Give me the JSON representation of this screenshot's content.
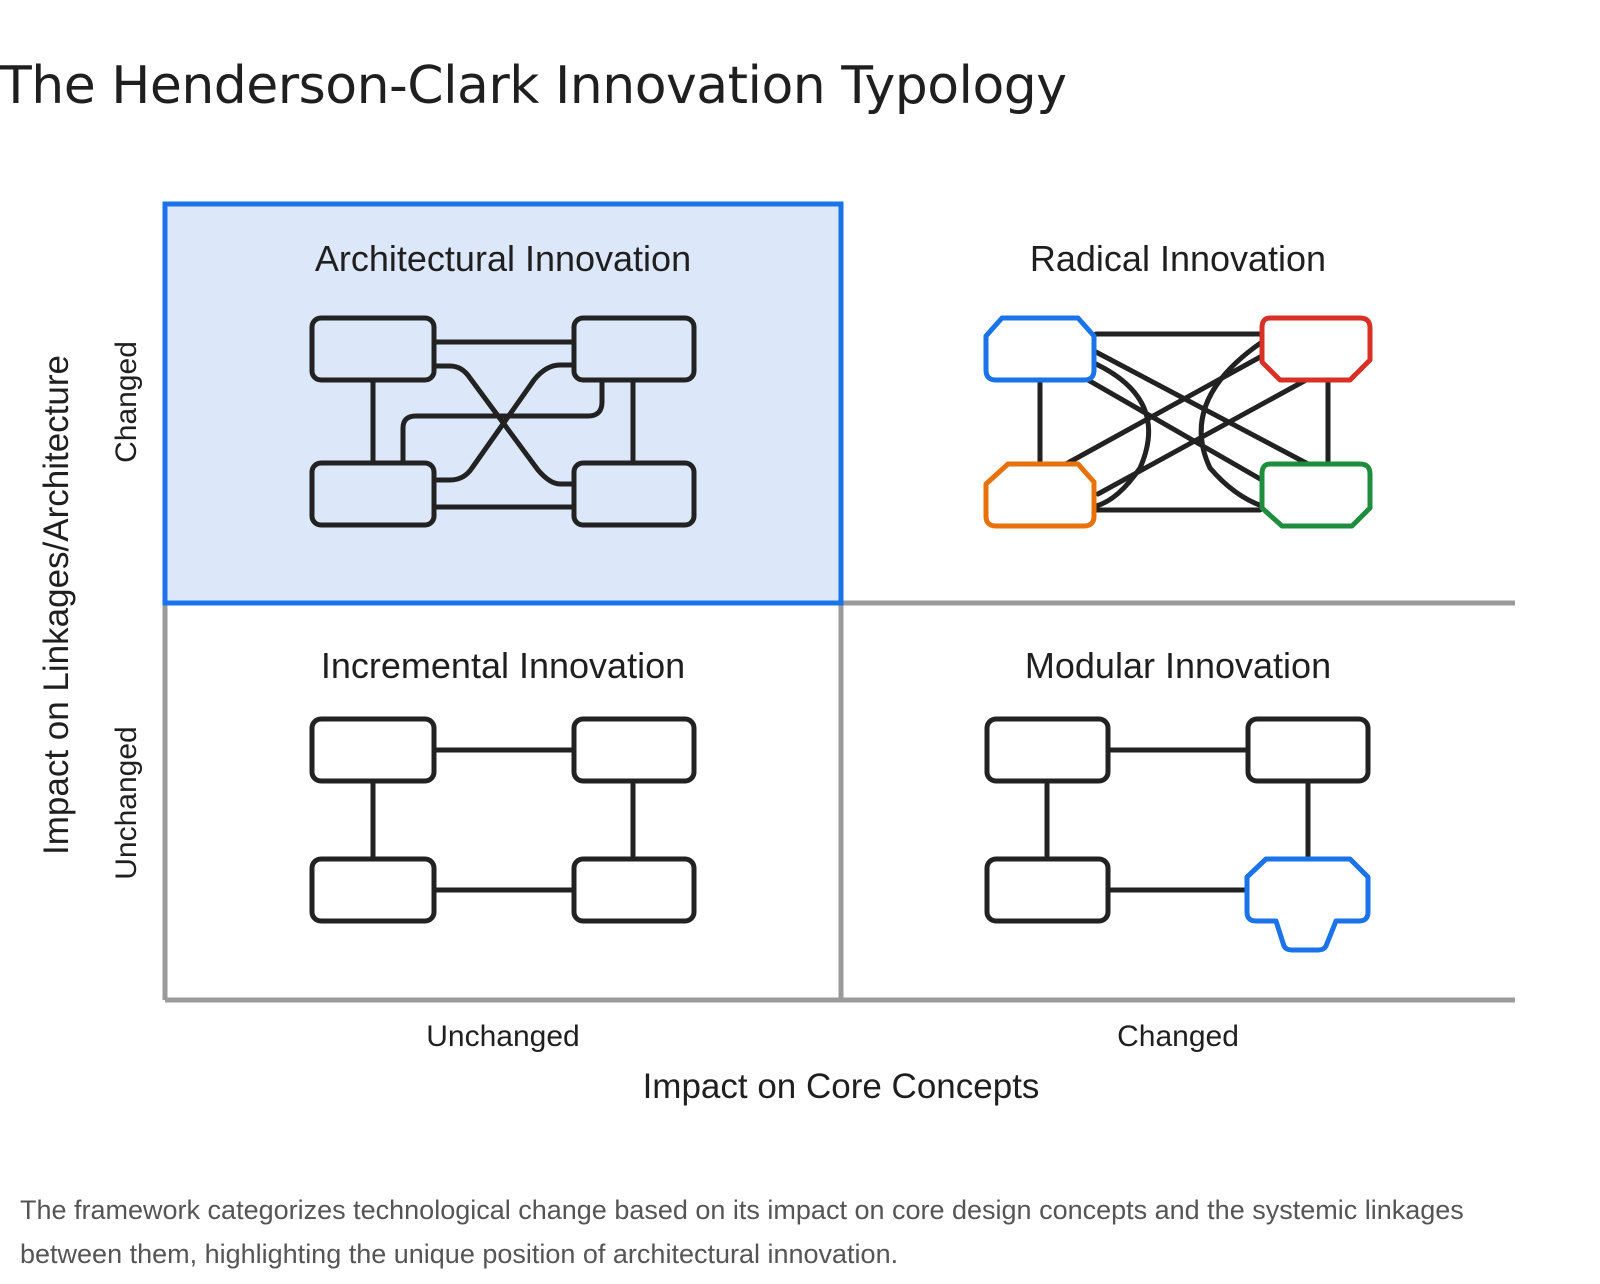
{
  "page": {
    "title": "The Henderson-Clark Innovation Typology",
    "caption": "The framework categorizes technological change based on its impact on core design concepts and the systemic linkages between them, highlighting the unique position of architectural innovation."
  },
  "axes": {
    "y_label": "Impact on Linkages/Architecture",
    "y_ticks": {
      "top": "Changed",
      "bottom": "Unchanged"
    },
    "x_label": "Impact on Core Concepts",
    "x_ticks": {
      "left": "Unchanged",
      "right": "Changed"
    }
  },
  "quadrants": {
    "architectural": {
      "title": "Architectural Innovation",
      "highlight": "#1a73e8",
      "fill": "#dce8f9"
    },
    "radical": {
      "title": "Radical Innovation",
      "component_colors": [
        "#1a73e8",
        "#d93025",
        "#e8710a",
        "#1e8e3e"
      ]
    },
    "incremental": {
      "title": "Incremental Innovation"
    },
    "modular": {
      "title": "Modular Innovation",
      "changed_component_color": "#1a73e8"
    }
  },
  "colors": {
    "stroke": "#222222",
    "grid": "#9a9a9a"
  }
}
